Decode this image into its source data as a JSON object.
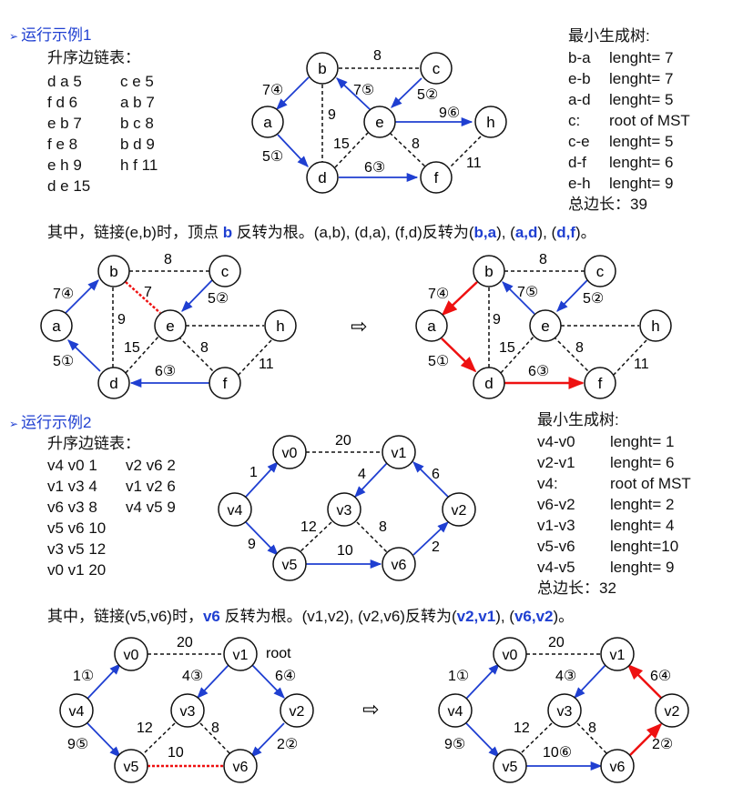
{
  "example1": {
    "title": "运行示例1",
    "sorted_label": "升序边链表：",
    "sorted_col1": [
      "d a 5",
      "f d 6",
      "e b 7",
      "f e 8",
      "e h 9",
      "d e 15"
    ],
    "sorted_col2": [
      "c e 5",
      "a b 7",
      "b c 8",
      "b d 9",
      "h f 11"
    ],
    "mst_label": "最小生成树:",
    "mst_rows": [
      {
        "edge": "b-a",
        "info": "lenght= 7"
      },
      {
        "edge": "e-b",
        "info": "lenght= 7"
      },
      {
        "edge": "a-d",
        "info": "lenght= 5"
      },
      {
        "edge": "c:",
        "info": "root of MST"
      },
      {
        "edge": "c-e",
        "info": "lenght= 5"
      },
      {
        "edge": "d-f",
        "info": "lenght= 6"
      },
      {
        "edge": "e-h",
        "info": "lenght= 9"
      }
    ],
    "total": "总边长：39",
    "note_a": "其中，链接(e,b)时，顶点 ",
    "note_b": "b",
    "note_c": " 反转为根。(a,b), (d,a), (f,d)反转为(",
    "note_d": "b,a",
    "note_e": "), (",
    "note_f": "a,d",
    "note_g": "), (",
    "note_h": "d,f",
    "note_i": ")。"
  },
  "example2": {
    "title": "运行示例2",
    "sorted_label": "升序边链表：",
    "sorted_col1": [
      "v4 v0 1",
      "v1 v3 4",
      "v6 v3 8",
      "v5 v6 10",
      "v3 v5 12",
      "v0 v1 20"
    ],
    "sorted_col2": [
      "v2 v6 2",
      "v1 v2 6",
      "v4 v5 9"
    ],
    "mst_label": "最小生成树:",
    "mst_rows": [
      {
        "edge": "v4-v0",
        "info": "lenght= 1"
      },
      {
        "edge": "v2-v1",
        "info": "lenght= 6"
      },
      {
        "edge": "v4:",
        "info": "root of MST"
      },
      {
        "edge": "v6-v2",
        "info": "lenght= 2"
      },
      {
        "edge": "v1-v3",
        "info": "lenght= 4"
      },
      {
        "edge": "v5-v6",
        "info": "lenght=10"
      },
      {
        "edge": "v4-v5",
        "info": "lenght= 9"
      }
    ],
    "total": "总边长：32",
    "note_a": "其中，链接(v5,v6)时，",
    "note_b": "v6",
    "note_c": " 反转为根。(v1,v2), (v2,v6)反转为(",
    "note_d": "v2,v1",
    "note_e": "), (",
    "note_f": "v6,v2",
    "note_g": ")。",
    "root_label": "root"
  },
  "colors": {
    "tree_edge": "#1f3fd1",
    "reversed_edge": "#ee1111",
    "non_tree_edge": "#111111"
  },
  "transform_arrow": "⇨",
  "graph1": {
    "nodes": [
      "a",
      "b",
      "c",
      "d",
      "e",
      "f",
      "h"
    ],
    "edge_labels": {
      "bc": "8",
      "ab": "7④",
      "eb": "7⑤",
      "ce": "5②",
      "bd": "9",
      "eh": "9⑥",
      "ad": "5①",
      "de": "15",
      "ef": "8",
      "df": "6③",
      "hf": "11",
      "be_dotted": "7"
    }
  },
  "graph2": {
    "nodes": [
      "v0",
      "v1",
      "v2",
      "v3",
      "v4",
      "v5",
      "v6"
    ],
    "edge_labels": {
      "v0v1": "20",
      "v4v0": "1",
      "v1v3": "4",
      "v1v2": "6",
      "v3v5": "12",
      "v3v6": "8",
      "v4v5": "9",
      "v5v6": "10",
      "v6v2": "2",
      "v4v0_b": "1①",
      "v1v3_b": "4③",
      "v1v2_b": "6④",
      "v6v2_b": "2②",
      "v4v5_b": "9⑤",
      "v5v6_b": "10⑥"
    }
  }
}
